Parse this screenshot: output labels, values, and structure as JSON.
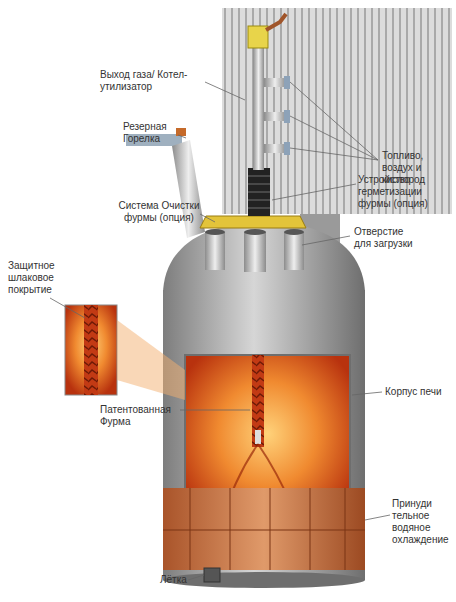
{
  "diagram": {
    "labels": [
      "Выход газа/ Котел-утилизатор",
      "Резерная Горелка",
      "Топливо, воздух и кислород",
      "Устройство герметизации фурмы (опция)",
      "Система Очистки фурмы (опция)",
      "Отверстие для загрузки",
      "Защитное шлаковое покрытие",
      "Корпус печи",
      "Патентованная Фурма",
      "Принуди тельное водяное охлаждение",
      "Лётка"
    ]
  }
}
